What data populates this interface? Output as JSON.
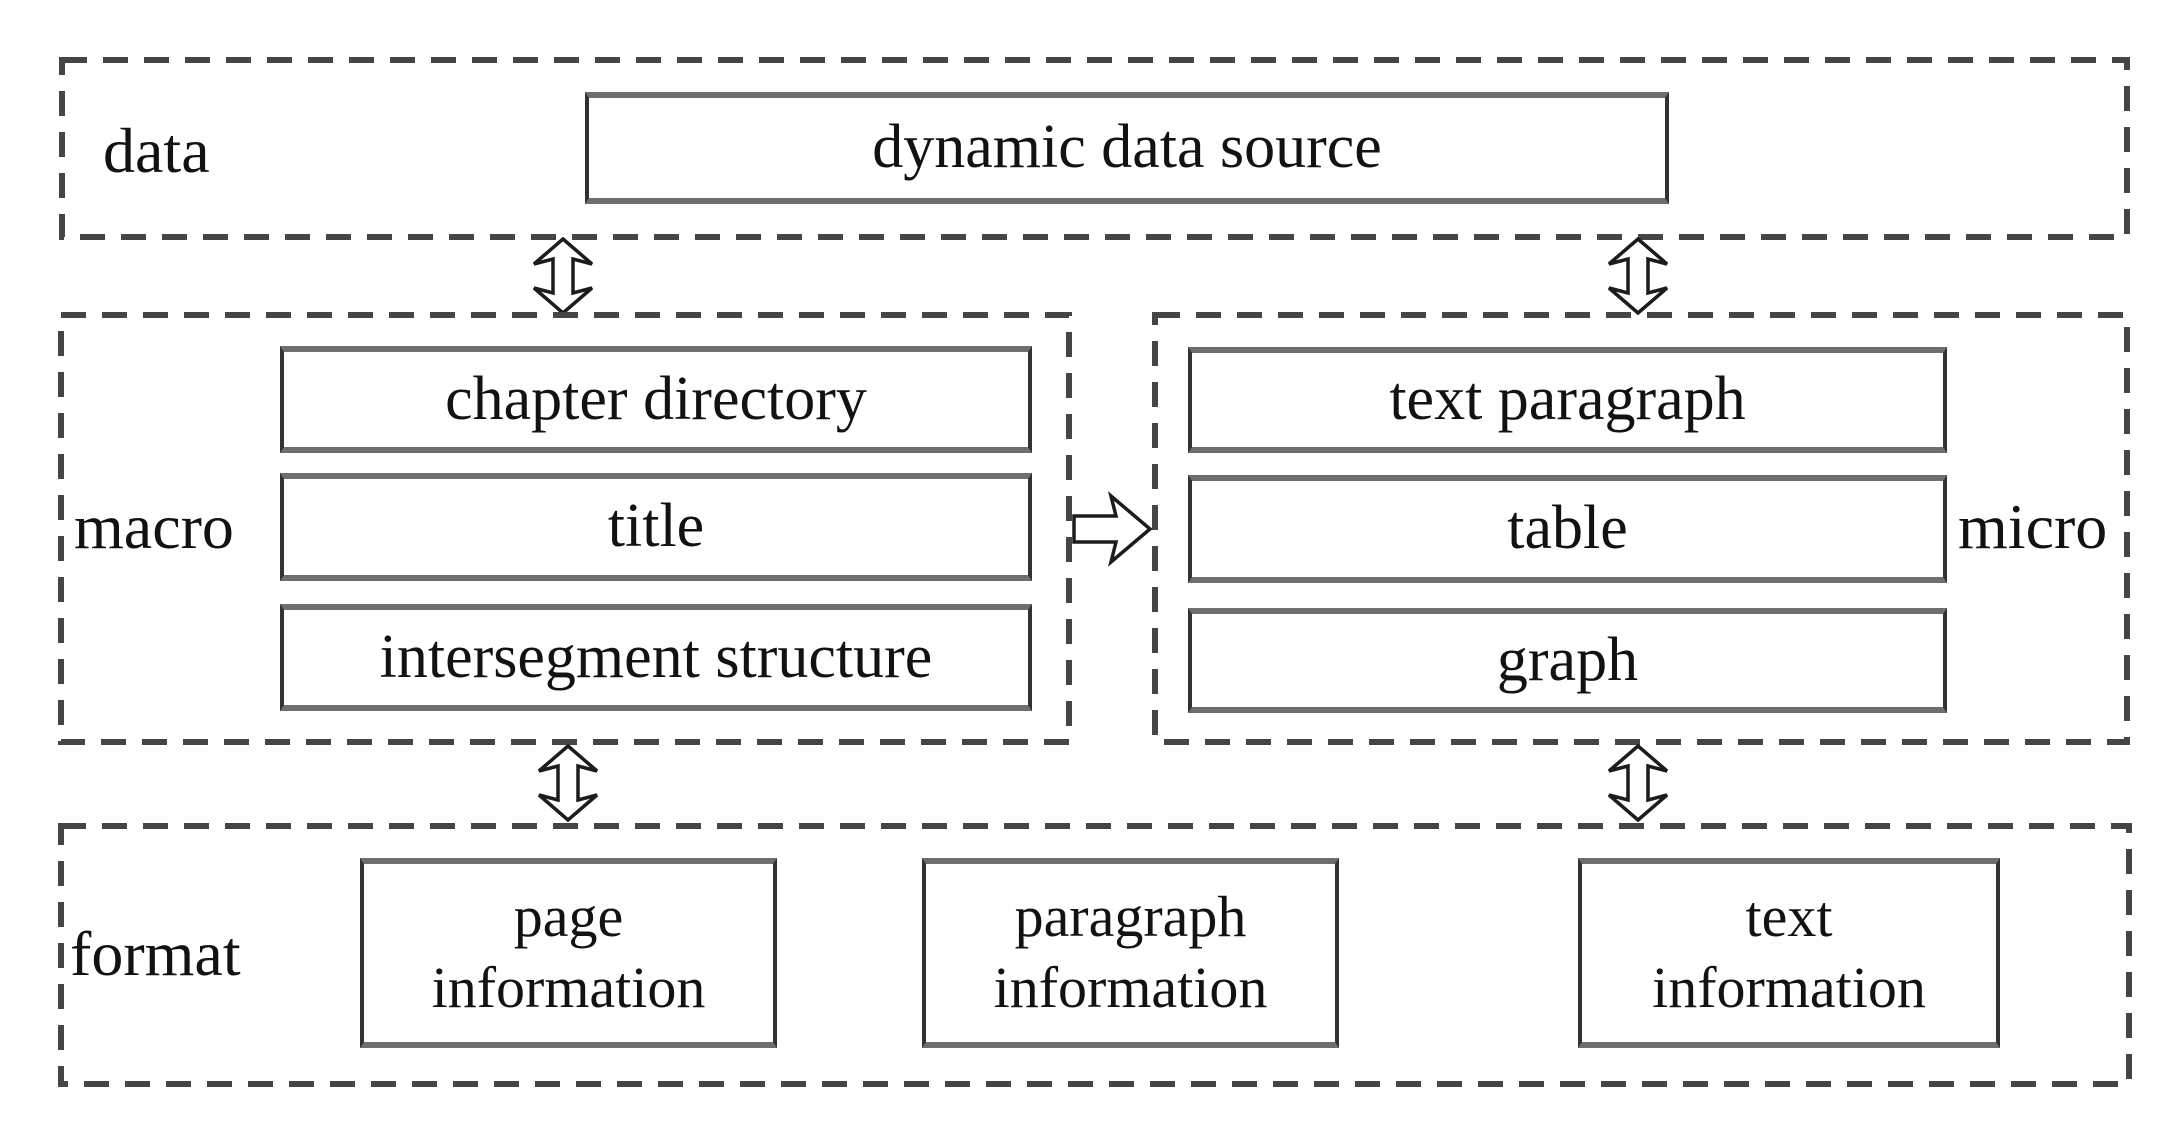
{
  "layers": {
    "data": {
      "label": "data",
      "nodes": [
        "dynamic data source"
      ]
    },
    "macro": {
      "label": "macro",
      "nodes": [
        "chapter directory",
        "title",
        "intersegment structure"
      ]
    },
    "micro": {
      "label": "micro",
      "nodes": [
        "text paragraph",
        "table",
        "graph"
      ]
    },
    "format": {
      "label": "format",
      "nodes": [
        "page information",
        "paragraph information",
        "text information"
      ]
    }
  },
  "connections": [
    {
      "from": "data",
      "to": "macro",
      "style": "double-headed-vertical"
    },
    {
      "from": "data",
      "to": "micro",
      "style": "double-headed-vertical"
    },
    {
      "from": "macro",
      "to": "micro",
      "style": "single-headed-right"
    },
    {
      "from": "macro",
      "to": "format",
      "style": "double-headed-vertical"
    },
    {
      "from": "micro",
      "to": "format",
      "style": "double-headed-vertical"
    }
  ],
  "colors": {
    "background": "#ffffff",
    "dashed_border": "#454545",
    "box_border": "#323232",
    "text": "#121212"
  }
}
